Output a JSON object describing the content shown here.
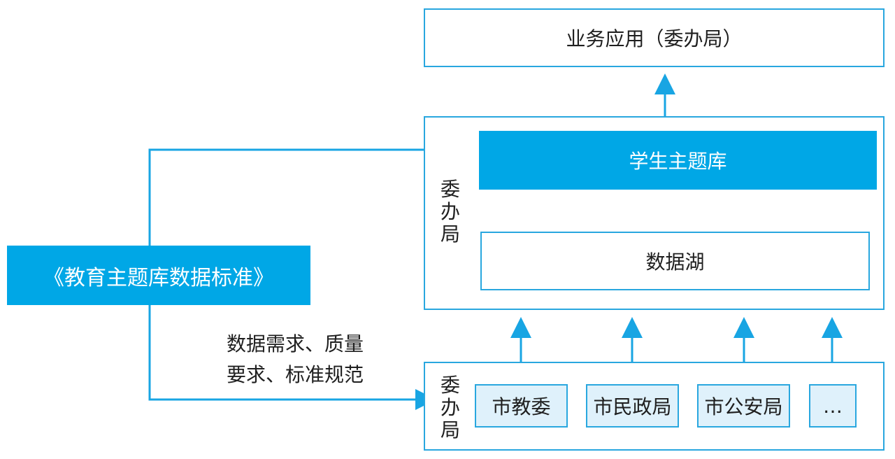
{
  "diagram": {
    "top_box": {
      "label": "业务应用（委办局）"
    },
    "upper_group": {
      "side_label": "委\n办\n局",
      "theme_db": {
        "label": "学生主题库"
      },
      "data_lake": {
        "label": "数据湖"
      }
    },
    "standard_box": {
      "label": "《教育主题库数据标准》"
    },
    "note": {
      "line1": "数据需求、质量",
      "line2": "要求、标准规范"
    },
    "lower_group": {
      "side_label": "委\n办\n局",
      "sources": [
        {
          "label": "市教委"
        },
        {
          "label": "市民政局"
        },
        {
          "label": "市公安局"
        },
        {
          "label": "…"
        }
      ]
    }
  },
  "colors": {
    "accent": "#00a7e6",
    "line": "#29a7df",
    "light_fill": "#dff1fb"
  }
}
